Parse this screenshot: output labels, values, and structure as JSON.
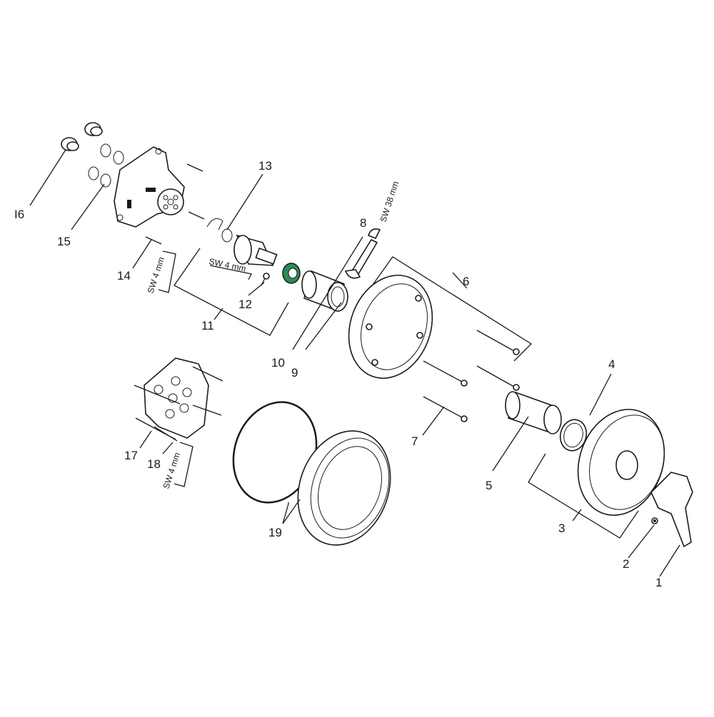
{
  "callouts": {
    "p1": "1",
    "p2": "2",
    "p3": "3",
    "p4": "4",
    "p5": "5",
    "p6": "6",
    "p7": "7",
    "p8": "8",
    "p9": "9",
    "p10": "10",
    "p11": "11",
    "p12": "12",
    "p13": "13",
    "p14": "14",
    "p15": "15",
    "p16": "I6",
    "p17": "17",
    "p18": "18",
    "p19": "19"
  },
  "wrench_labels": {
    "sw38": "SW 38 mm",
    "sw4_a": "SW 4 mm",
    "sw4_b": "SW 4 mm",
    "sw4_c": "SW 4 mm"
  },
  "colors": {
    "line": "#1a1a1a",
    "cartridge_ring": "#2e8b57"
  }
}
